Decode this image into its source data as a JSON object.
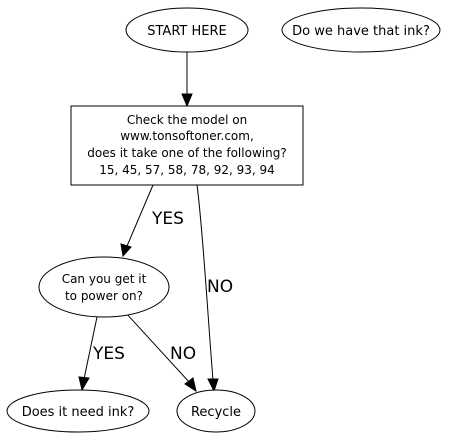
{
  "nodes": {
    "start": {
      "label": "START HERE"
    },
    "ink_question": {
      "label": "Do we have that ink?"
    },
    "check_model": {
      "lines": [
        "Check the model on",
        "www.tonsoftoner.com,",
        "does it take one of the following?",
        "15, 45, 57, 58, 78, 92, 93, 94"
      ]
    },
    "power_on": {
      "lines": [
        "Can you get it",
        "to power on?"
      ]
    },
    "need_ink": {
      "label": "Does it need ink?"
    },
    "recycle": {
      "label": "Recycle"
    }
  },
  "edges": {
    "check_to_power": {
      "label": "YES"
    },
    "check_to_recycle": {
      "label": "NO"
    },
    "power_to_ink": {
      "label": "YES"
    },
    "power_to_recycle": {
      "label": "NO"
    }
  },
  "colors": {
    "stroke": "#000000",
    "fill": "#ffffff",
    "text": "#000000"
  }
}
